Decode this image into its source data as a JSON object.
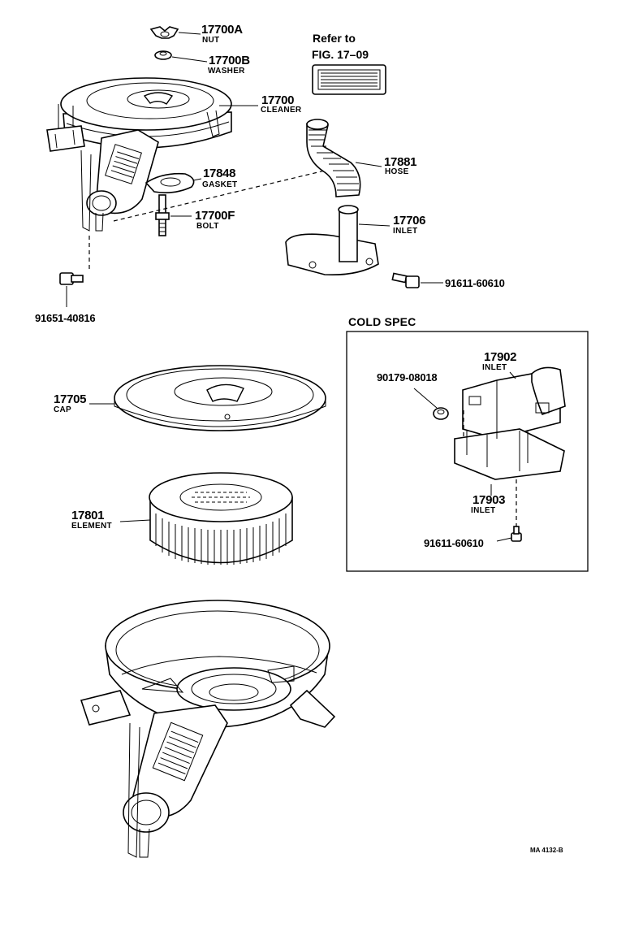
{
  "parts": {
    "nut": {
      "number": "17700A",
      "name": "NUT"
    },
    "washer": {
      "number": "17700B",
      "name": "WASHER"
    },
    "cleaner": {
      "number": "17700",
      "name": "CLEANER"
    },
    "gasket": {
      "number": "17848",
      "name": "GASKET"
    },
    "bolt": {
      "number": "17700F",
      "name": "BOLT"
    },
    "hose": {
      "number": "17881",
      "name": "HOSE"
    },
    "inlet_17706": {
      "number": "17706",
      "name": "INLET"
    },
    "cap": {
      "number": "17705",
      "name": "CAP"
    },
    "element": {
      "number": "17801",
      "name": "ELEMENT"
    },
    "inlet_17902": {
      "number": "17902",
      "name": "INLET"
    },
    "inlet_17903": {
      "number": "17903",
      "name": "INLET"
    }
  },
  "part_numbers": {
    "bolt_left": "91651-40816",
    "bolt_right": "91611-60610",
    "nut_cold": "90179-08018",
    "bolt_cold": "91611-60610"
  },
  "reference": {
    "line1": "Refer to",
    "line2": "FIG. 17–09"
  },
  "cold_spec": {
    "title": "COLD SPEC"
  },
  "figure_code": "MA 4132-B"
}
